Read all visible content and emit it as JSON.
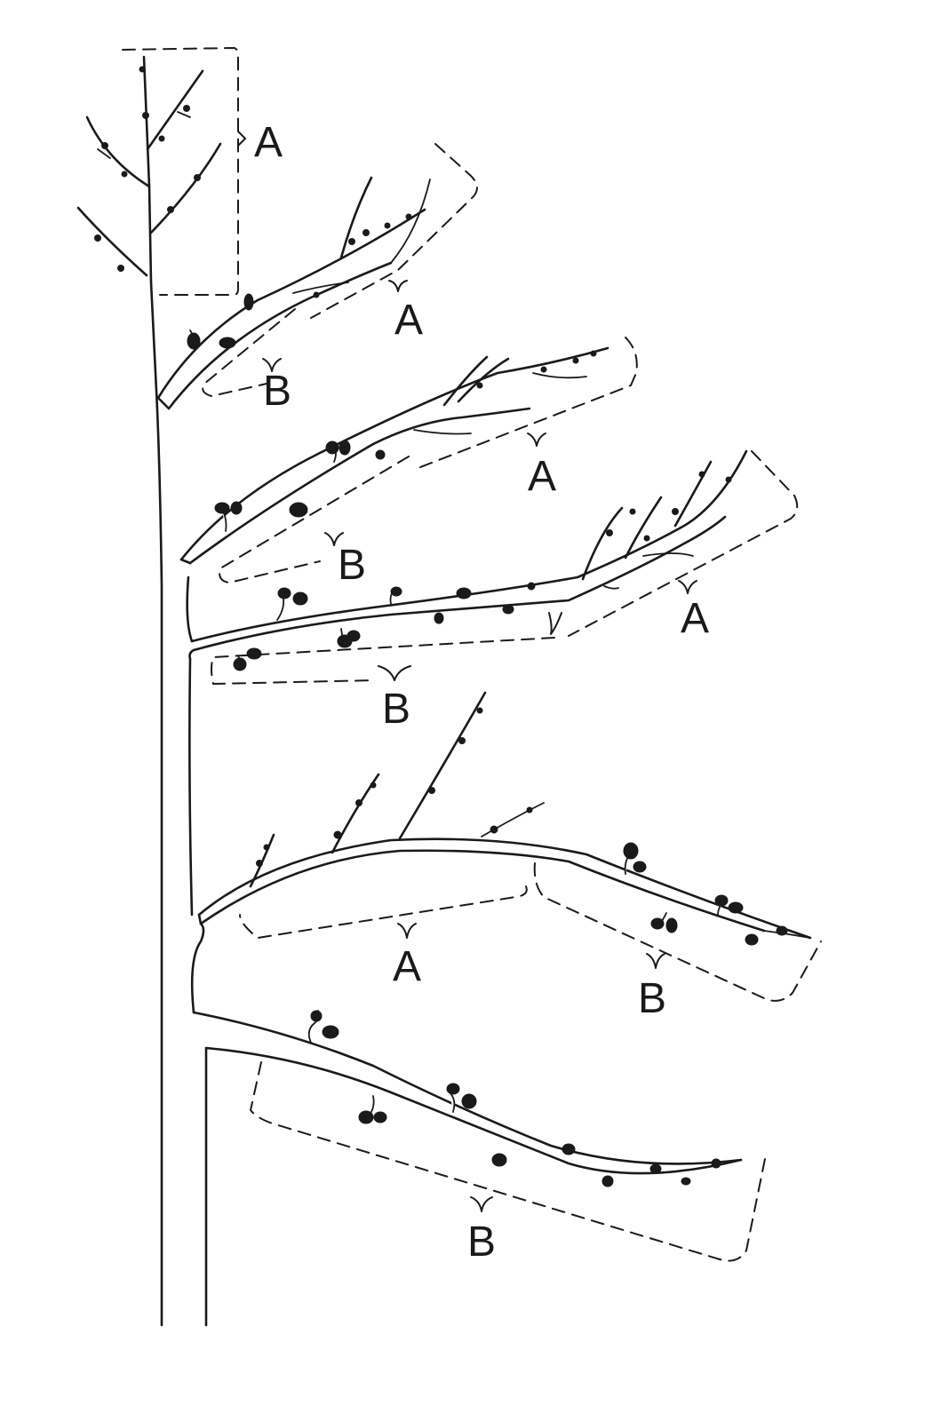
{
  "diagram": {
    "labels": [
      "A",
      "A",
      "B",
      "A",
      "B",
      "A",
      "B",
      "A",
      "B",
      "B"
    ]
  },
  "colors": {
    "ink": "#1a1a1a",
    "paper": "#ffffff"
  }
}
